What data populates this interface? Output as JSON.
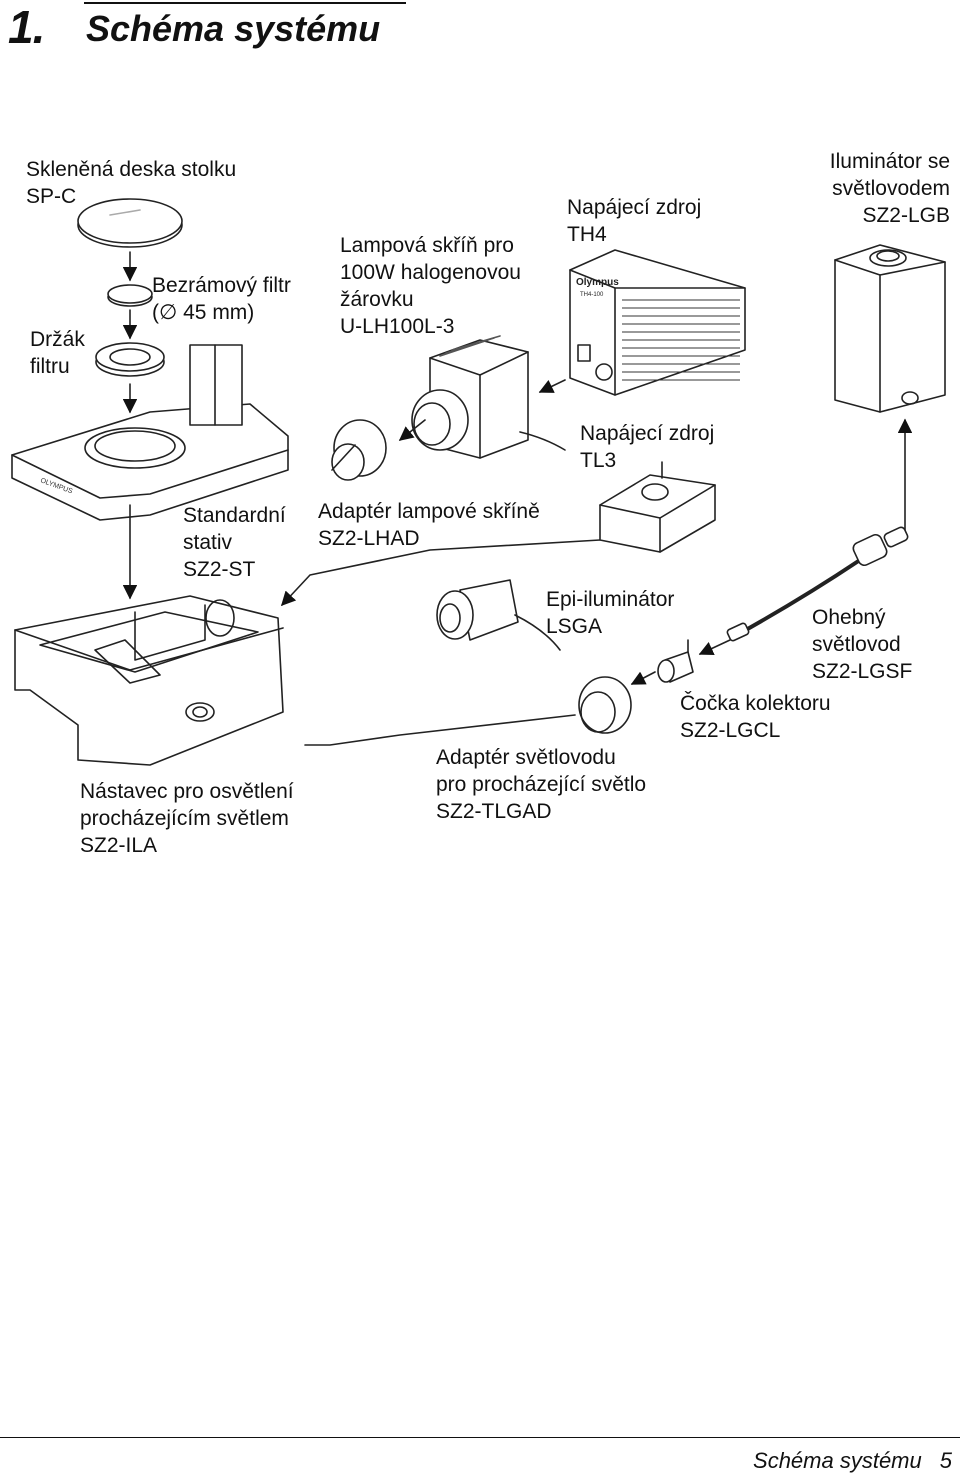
{
  "heading": {
    "number": "1.",
    "title": "Schéma systému"
  },
  "labels": {
    "glass_plate": "Skleněná deska stolku\nSP-C",
    "filter": "Bezrámový filtr\n(∅ 45 mm)",
    "filter_holder": "Držák\nfiltru",
    "lamp_housing": "Lampová skříň pro\n100W halogenovou\nžárovku\nU-LH100L-3",
    "th4": "Napájecí zdroj\nTH4",
    "lgb": "Iluminátor se\nsvětlovodem\nSZ2-LGB",
    "tl3": "Napájecí zdroj\nTL3",
    "stand": "Standardní\nstativ\nSZ2-ST",
    "lhad": "Adaptér lampové skříně\nSZ2-LHAD",
    "lsga": "Epi-iluminátor\nLSGA",
    "lgsf": "Ohebný\nsvětlovod\nSZ2-LGSF",
    "lgcl": "Čočka kolektoru\nSZ2-LGCL",
    "tlgad": "Adaptér světlovodu\npro procházející světlo\nSZ2-TLGAD",
    "ila": "Nástavec pro osvětlení\nprocházejícím světlem\nSZ2-ILA"
  },
  "device_text": {
    "th4_brand": "Olympus",
    "th4_model": "TH4-100",
    "stand_brand": "OLYMPUS"
  },
  "footer": {
    "title": "Schéma systému",
    "page": "5"
  }
}
